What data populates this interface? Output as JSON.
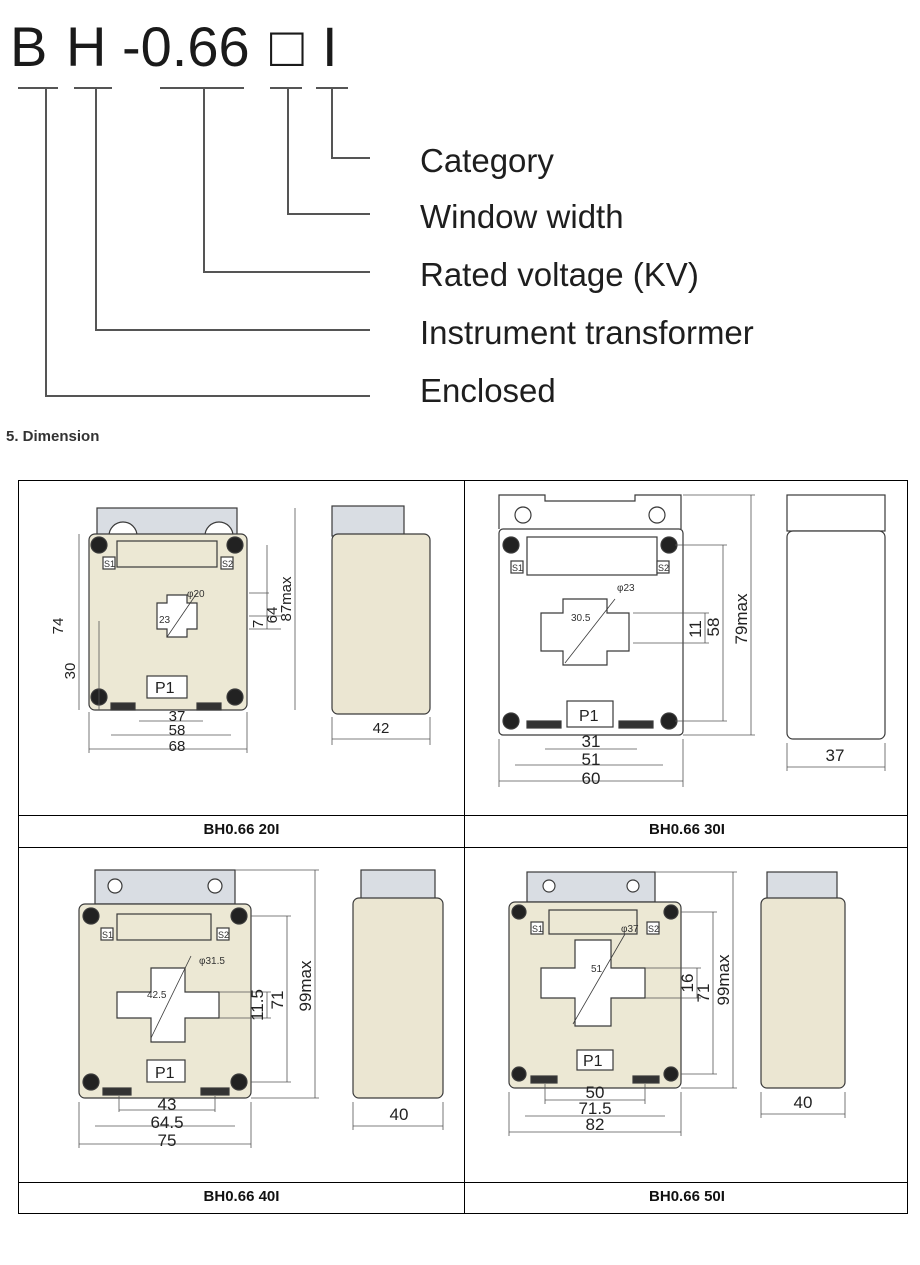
{
  "model_code": {
    "chars": [
      "B",
      "H",
      "-0.66",
      "□",
      "I"
    ]
  },
  "legend": [
    "Category",
    "Window width",
    "Rated voltage (KV)",
    "Instrument transformer",
    "Enclosed"
  ],
  "section_title": "5. Dimension",
  "models": [
    {
      "caption": "BH0.66 20I",
      "hole_label": "φ20",
      "chord_label": "23",
      "dims_bottom": [
        "37",
        "58",
        "68"
      ],
      "dims_left": [
        "74",
        "30"
      ],
      "dims_right": [
        "7",
        "64",
        "87max"
      ],
      "side_depth": "42",
      "terminals": [
        "S1",
        "S2"
      ],
      "primary": "P1"
    },
    {
      "caption": "BH0.66 30I",
      "hole_label": "φ23",
      "chord_label": "30.5",
      "dims_bottom": [
        "31",
        "51",
        "60"
      ],
      "dims_left": [],
      "dims_right": [
        "11",
        "58",
        "79max"
      ],
      "side_depth": "37",
      "terminals": [
        "S1",
        "S2"
      ],
      "primary": "P1"
    },
    {
      "caption": "BH0.66 40I",
      "hole_label": "φ31.5",
      "chord_label": "42.5",
      "dims_bottom": [
        "43",
        "64.5",
        "75"
      ],
      "dims_left": [],
      "dims_right": [
        "11.5",
        "71",
        "99max"
      ],
      "side_depth": "40",
      "terminals": [
        "S1",
        "S2"
      ],
      "primary": "P1"
    },
    {
      "caption": "BH0.66 50I",
      "hole_label": "φ37",
      "chord_label": "51",
      "dims_bottom": [
        "50",
        "71.5",
        "82"
      ],
      "dims_left": [],
      "dims_right": [
        "16",
        "71",
        "99max"
      ],
      "side_depth": "40",
      "terminals": [
        "S1",
        "S2"
      ],
      "primary": "P1"
    }
  ],
  "colors": {
    "body_fill": "#ece8d4",
    "side_fill": "#ebe6d2",
    "top_fill": "#d9dde3",
    "line": "#3a3a3a",
    "leader": "#555555"
  }
}
